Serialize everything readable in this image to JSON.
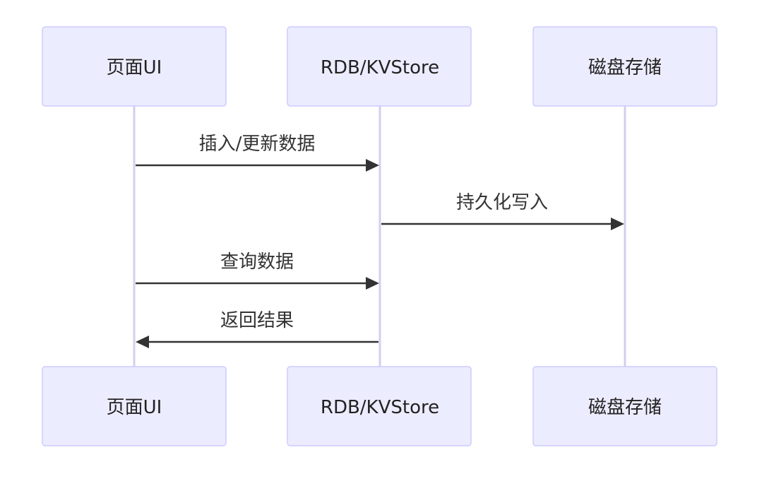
{
  "actors": [
    {
      "id": "ui",
      "label": "页面UI"
    },
    {
      "id": "store",
      "label": "RDB/KVStore"
    },
    {
      "id": "disk",
      "label": "磁盘存储"
    }
  ],
  "messages": [
    {
      "from": "ui",
      "to": "store",
      "label": "插入/更新数据"
    },
    {
      "from": "store",
      "to": "disk",
      "label": "持久化写入"
    },
    {
      "from": "ui",
      "to": "store",
      "label": "查询数据"
    },
    {
      "from": "store",
      "to": "ui",
      "label": "返回结果"
    }
  ],
  "colors": {
    "actor_fill": "#ECECFF",
    "actor_border": "#CCCCFF",
    "lifeline": "#D2CFEE",
    "arrow": "#333333",
    "text": "#333333"
  }
}
